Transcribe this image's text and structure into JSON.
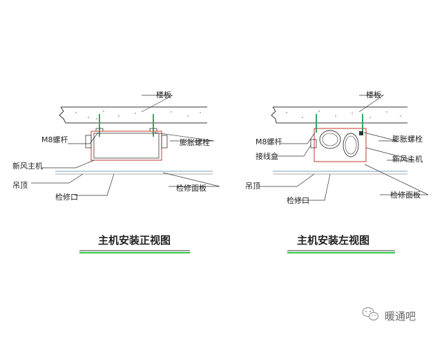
{
  "front_view": {
    "floor_label": "楼板",
    "rod_label": "M8螺杆",
    "bolt_label": "膨胀螺栓",
    "unit_label": "新风主机",
    "ceiling_label": "吊顶",
    "access_label": "检修口",
    "panel_label": "检修面板",
    "title": "主机安装正视图"
  },
  "side_view": {
    "floor_label": "楼板",
    "rod_label": "M8螺杆",
    "junction_label": "接线盒",
    "bolt_label": "膨胀螺栓",
    "unit_label": "新风主机",
    "ceiling_label": "吊顶",
    "access_label": "检修口",
    "panel_label": "检修面板",
    "title": "主机安装左视图"
  },
  "watermark": {
    "text": "暖通吧",
    "icon": "wechat-icon"
  },
  "colors": {
    "outline": "#333333",
    "unit": "#c0392b",
    "rod": "#27ae60",
    "ceiling_blue": "#7a9cc6",
    "underline_green": "#2ecc40"
  }
}
